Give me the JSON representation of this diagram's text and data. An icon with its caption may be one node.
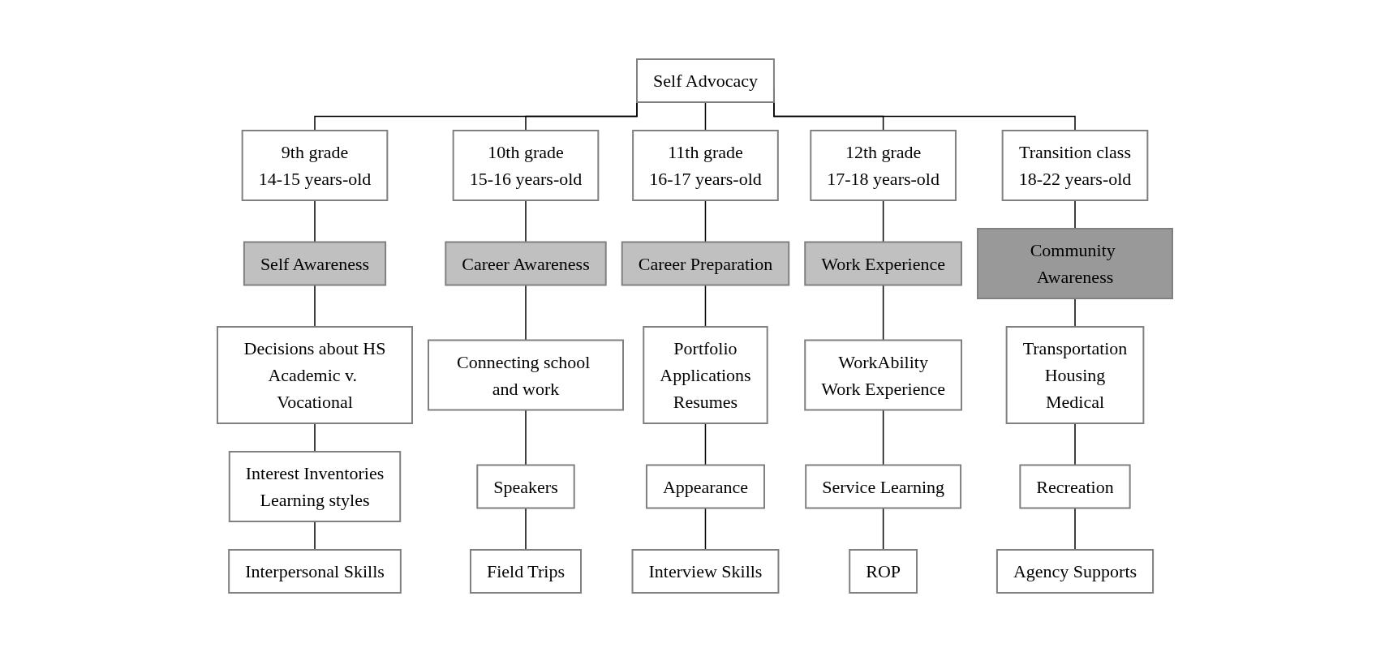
{
  "diagram": {
    "nodes": [
      {
        "text": [
          "Self Advocacy"
        ]
      },
      {
        "text": [
          "9th grade",
          "14-15 years-old"
        ]
      },
      {
        "text": [
          "10th grade",
          "15-16 years-old"
        ]
      },
      {
        "text": [
          "11th grade",
          "16-17 years-old"
        ]
      },
      {
        "text": [
          "12th grade",
          "17-18 years-old"
        ]
      },
      {
        "text": [
          "Transition class",
          "18-22 years-old"
        ]
      },
      {
        "text": [
          "Self Awareness"
        ]
      },
      {
        "text": [
          "Career Awareness"
        ]
      },
      {
        "text": [
          "Career Preparation"
        ]
      },
      {
        "text": [
          "Work Experience"
        ]
      },
      {
        "text": [
          "Community Awareness"
        ]
      },
      {
        "text": [
          "Decisions about HS",
          "Academic v. Vocational"
        ]
      },
      {
        "text": [
          "Connecting school and work"
        ]
      },
      {
        "text": [
          "Portfolio",
          "Applications",
          "Resumes"
        ]
      },
      {
        "text": [
          "WorkAbility",
          "Work Experience"
        ]
      },
      {
        "text": [
          "Transportation",
          "Housing",
          "Medical"
        ]
      },
      {
        "text": [
          "Interest Inventories",
          "Learning styles"
        ]
      },
      {
        "text": [
          "Speakers"
        ]
      },
      {
        "text": [
          "Appearance"
        ]
      },
      {
        "text": [
          "Service Learning"
        ]
      },
      {
        "text": [
          "Recreation"
        ]
      },
      {
        "text": [
          "Interpersonal Skills"
        ]
      },
      {
        "text": [
          "Field Trips"
        ]
      },
      {
        "text": [
          "Interview Skills"
        ]
      },
      {
        "text": [
          "ROP"
        ]
      },
      {
        "text": [
          "Agency Supports"
        ]
      }
    ],
    "edges": [
      {
        "from": 0,
        "to": 1,
        "arrow": "none"
      },
      {
        "from": 0,
        "to": 2,
        "arrow": "none"
      },
      {
        "from": 0,
        "to": 3,
        "arrow": "none"
      },
      {
        "from": 0,
        "to": 4,
        "arrow": "none"
      },
      {
        "from": 0,
        "to": 5,
        "arrow": "none"
      },
      {
        "from": 1,
        "to": 6,
        "arrow": "none"
      },
      {
        "from": 2,
        "to": 7,
        "arrow": "none"
      },
      {
        "from": 3,
        "to": 8,
        "arrow": "none"
      },
      {
        "from": 4,
        "to": 9,
        "arrow": "none"
      },
      {
        "from": 5,
        "to": 10,
        "arrow": "none"
      },
      {
        "from": 6,
        "to": 11,
        "arrow": "none"
      },
      {
        "from": 7,
        "to": 12,
        "arrow": "none"
      },
      {
        "from": 8,
        "to": 13,
        "arrow": "none"
      },
      {
        "from": 9,
        "to": 14,
        "arrow": "none"
      },
      {
        "from": 10,
        "to": 15,
        "arrow": "none"
      },
      {
        "from": 11,
        "to": 16,
        "arrow": "none"
      },
      {
        "from": 12,
        "to": 17,
        "arrow": "none"
      },
      {
        "from": 13,
        "to": 18,
        "arrow": "none"
      },
      {
        "from": 14,
        "to": 19,
        "arrow": "none"
      },
      {
        "from": 15,
        "to": 20,
        "arrow": "none"
      },
      {
        "from": 16,
        "to": 21,
        "arrow": "none"
      },
      {
        "from": 17,
        "to": 22,
        "arrow": "none"
      },
      {
        "from": 18,
        "to": 23,
        "arrow": "none"
      },
      {
        "from": 19,
        "to": 24,
        "arrow": "none"
      },
      {
        "from": 20,
        "to": 25,
        "arrow": "none"
      }
    ]
  }
}
